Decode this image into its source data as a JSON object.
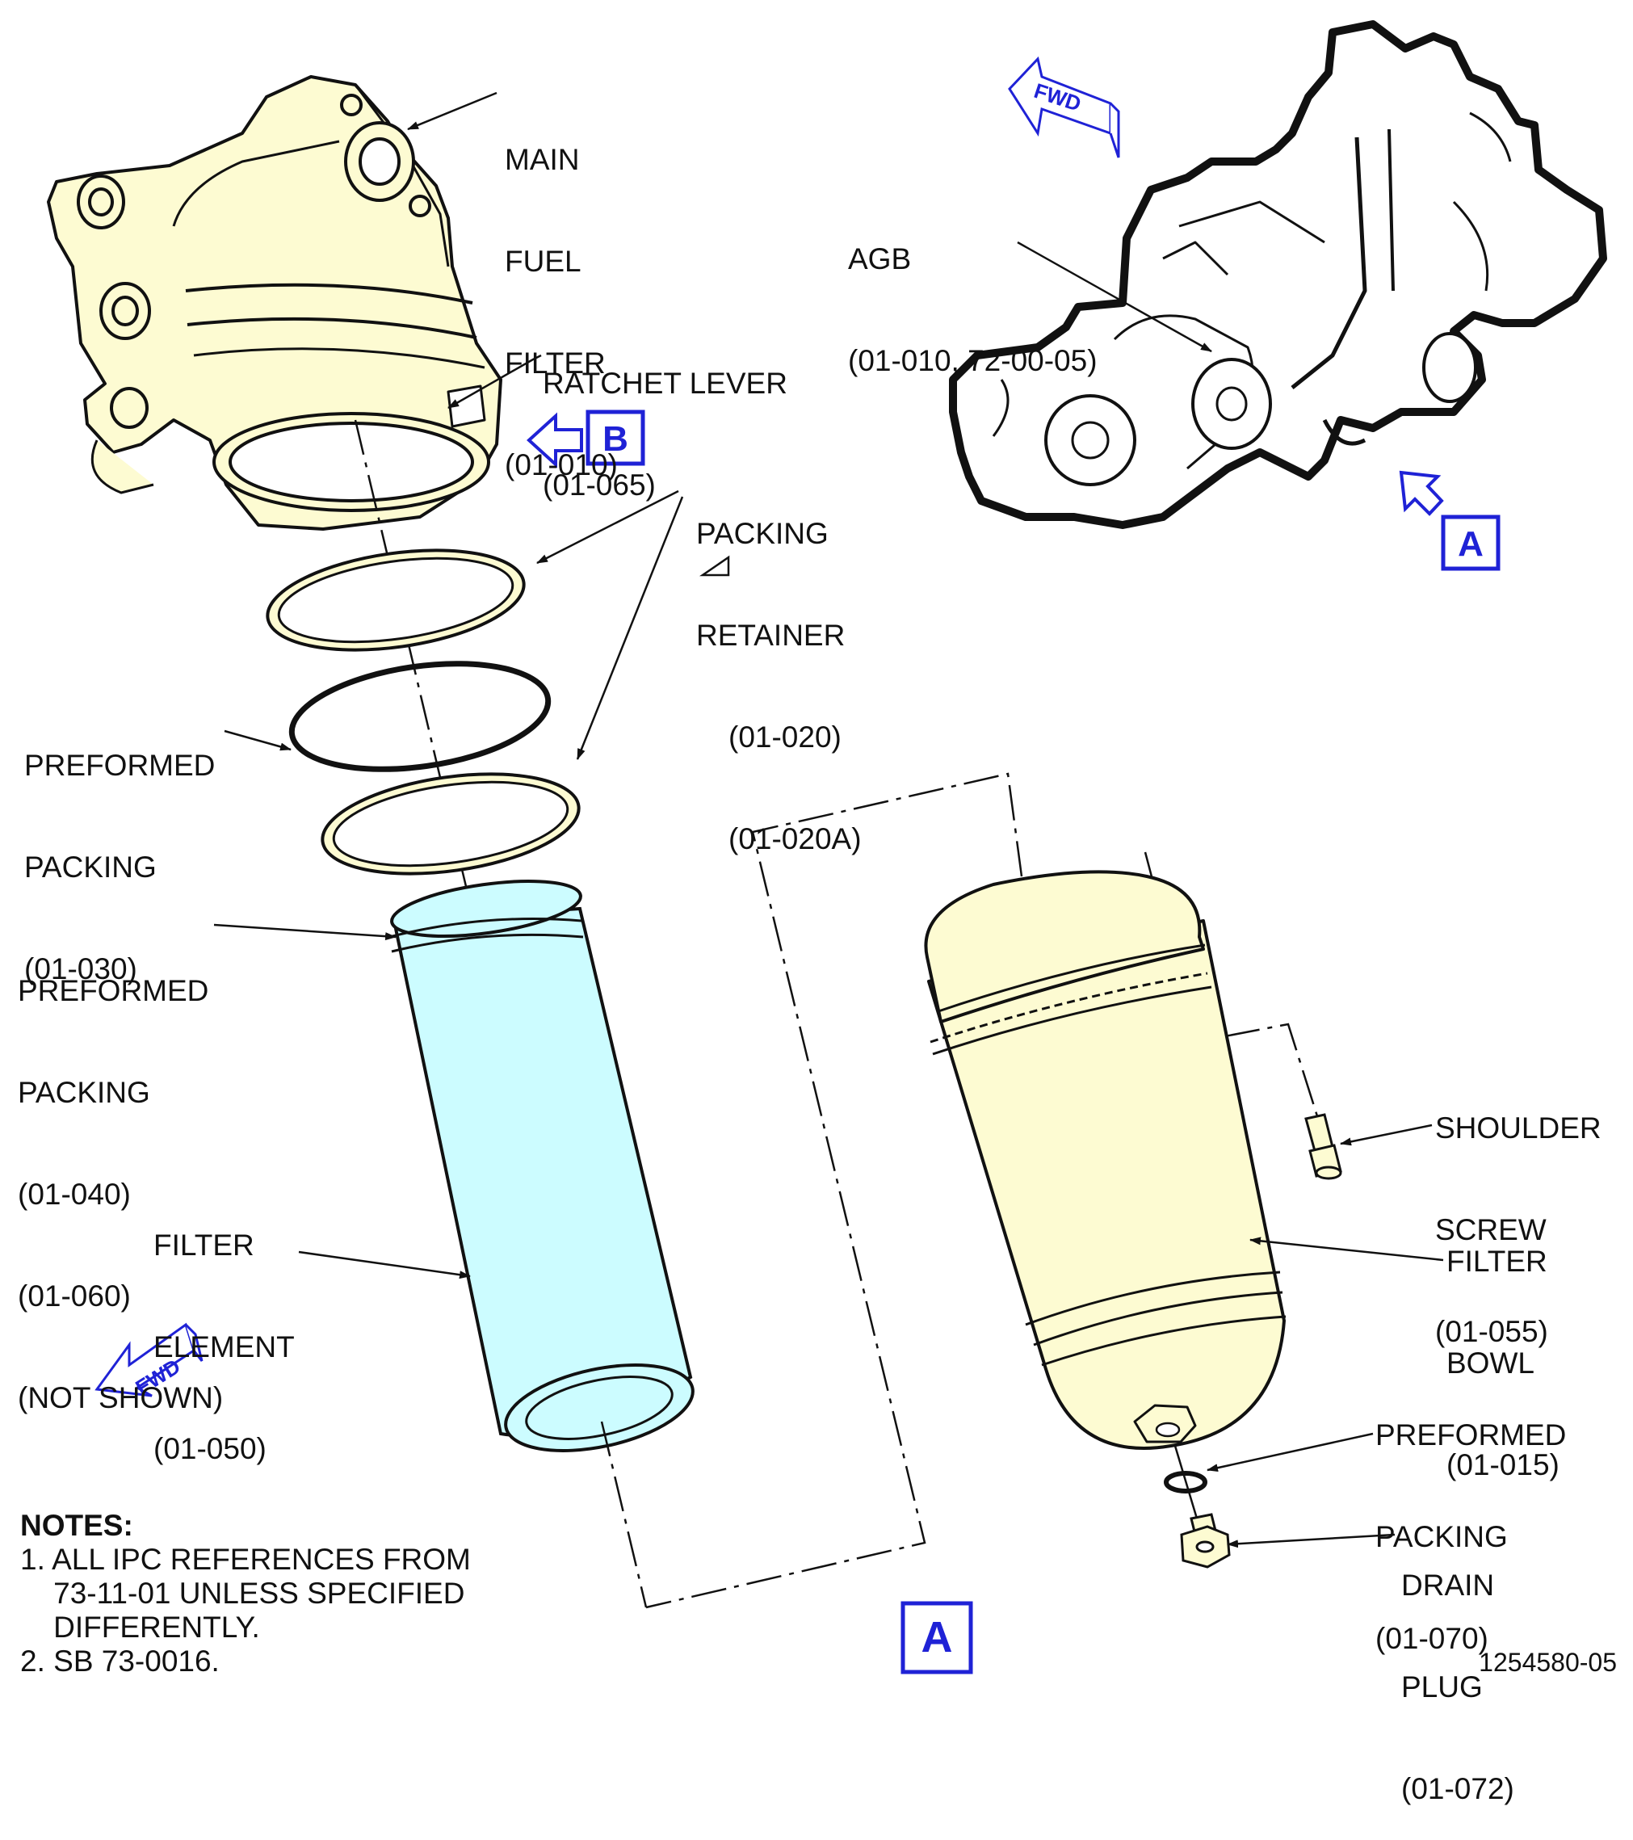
{
  "diagram": {
    "colors": {
      "housing": "#fdfbd2",
      "element": "#ccfcff",
      "flag": "#1f22d6",
      "line": "#111111"
    },
    "labels": {
      "main_fuel_filter": [
        "MAIN",
        "FUEL",
        "FILTER",
        "(01-010)"
      ],
      "ratchet_lever": [
        "RATCHET LEVER",
        "(01-065)"
      ],
      "packing_retainer": [
        "PACKING",
        "RETAINER",
        "(01-020)",
        "(01-020A)"
      ],
      "preformed_packing_030": [
        "PREFORMED",
        "PACKING",
        "(01-030)"
      ],
      "preformed_packing_040": [
        "PREFORMED",
        "PACKING",
        "(01-040)",
        "(01-060)",
        "(NOT SHOWN)"
      ],
      "filter_element": [
        "FILTER",
        "ELEMENT",
        "(01-050)"
      ],
      "agb": [
        "AGB",
        "(01-010, 72-00-05)"
      ],
      "shoulder_screw": [
        "SHOULDER",
        "SCREW",
        "(01-055)"
      ],
      "filter_bowl": [
        "FILTER",
        "BOWL",
        "(01-015)"
      ],
      "preformed_packing_070": [
        "PREFORMED",
        "PACKING",
        "(01-070)"
      ],
      "drain_plug": [
        "DRAIN",
        "PLUG",
        "(01-072)"
      ]
    },
    "flags": {
      "view_a": "A",
      "view_b": "B",
      "fwd": "FWD"
    },
    "notes": {
      "heading": "NOTES:",
      "items": [
        "1. ALL IPC REFERENCES FROM",
        "    73-11-01 UNLESS SPECIFIED",
        "    DIFFERENTLY.",
        "2. SB 73-0016."
      ]
    },
    "figure_id": "1254580-05"
  }
}
